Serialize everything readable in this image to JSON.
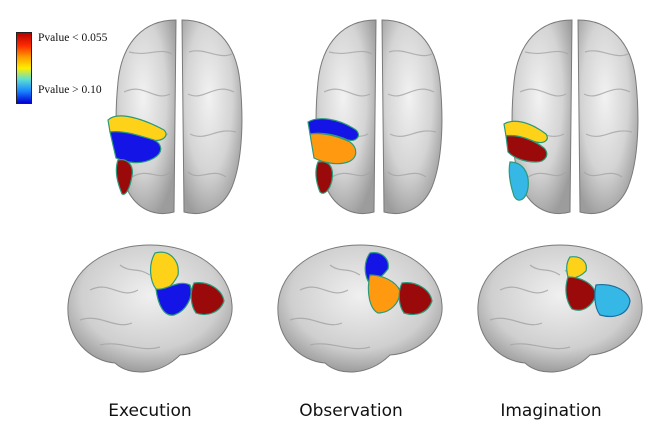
{
  "legend": {
    "top_label": "Pvalue < 0.055",
    "bottom_label": "Pvalue > 0.10",
    "colors": [
      "#b50000",
      "#ff2a00",
      "#ff9a00",
      "#ffee00",
      "#5fe0d0",
      "#1a8cff",
      "#0000d6"
    ]
  },
  "conditions": [
    {
      "label": "Execution",
      "regions": {
        "a": "#ffd21a",
        "b": "#1414e6",
        "c": "#9a0a0a"
      }
    },
    {
      "label": "Observation",
      "regions": {
        "a": "#1414e6",
        "b": "#ff9a10",
        "c": "#9a0a0a"
      }
    },
    {
      "label": "Imagination",
      "regions": {
        "a": "#ffd21a",
        "b": "#9a0a0a",
        "c": "#35b8e6"
      }
    }
  ]
}
